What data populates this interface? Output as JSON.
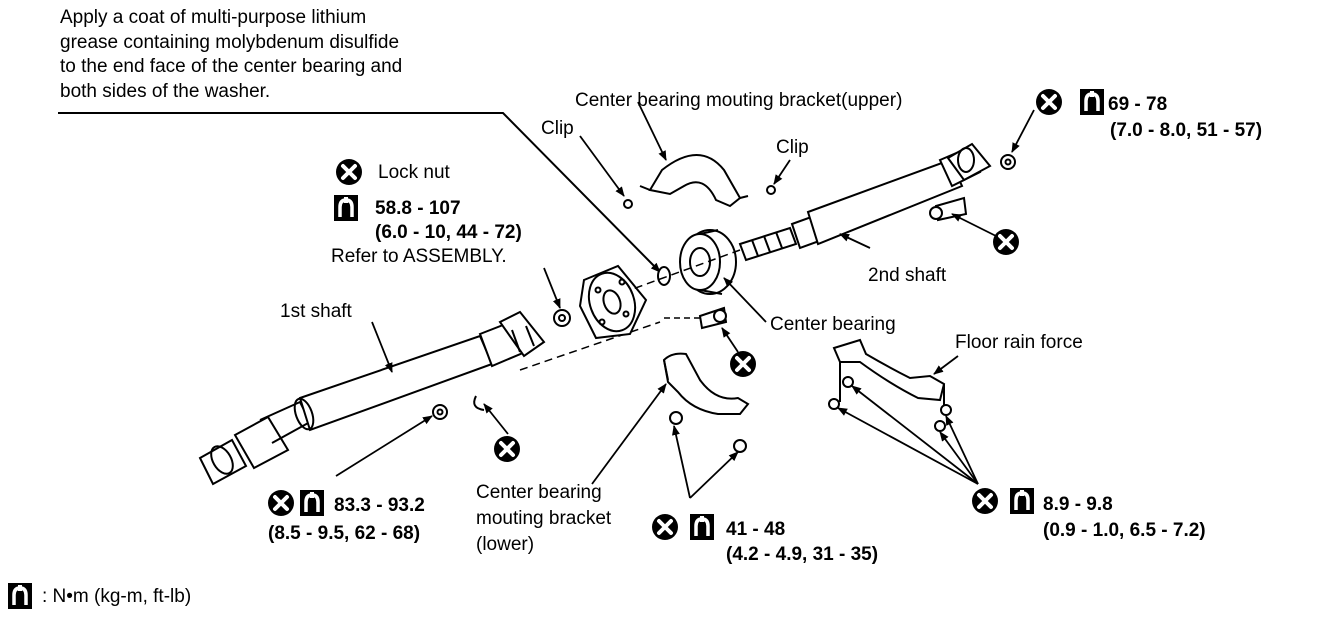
{
  "note": {
    "lines": [
      "Apply a coat of multi-purpose lithium",
      "grease containing molybdenum disulfide",
      "to the end face of the center bearing and",
      "both sides of the washer."
    ]
  },
  "labels": {
    "upper_bracket": "Center bearing mouting bracket(upper)",
    "clip_left": "Clip",
    "clip_right": "Clip",
    "lock_nut": "Lock nut",
    "lock_nut_torque": "58.8 - 107",
    "lock_nut_torque_alt": "(6.0 - 10, 44 - 72)",
    "refer": "Refer to ASSEMBLY.",
    "second_shaft": "2nd shaft",
    "first_shaft": "1st shaft",
    "center_bearing": "Center bearing",
    "floor_rain_force": "Floor rain force",
    "lower_bracket_1": "Center bearing",
    "lower_bracket_2": "mouting bracket",
    "lower_bracket_3": "(lower)"
  },
  "torques": {
    "top_right": {
      "main": "69 - 78",
      "alt": "(7.0 - 8.0, 51 - 57)"
    },
    "front": {
      "main": "83.3 - 93.2",
      "alt": "(8.5 - 9.5, 62 - 68)"
    },
    "lower_bracket": {
      "main": "41 - 48",
      "alt": "(4.2 - 4.9, 31 - 35)"
    },
    "floor": {
      "main": "8.9 - 9.8",
      "alt": "(0.9 - 1.0, 6.5 - 7.2)"
    }
  },
  "legend": {
    "text": ": N•m  (kg-m,  ft-lb)"
  },
  "icons": {
    "no_reuse": "x-circle-icon",
    "torque": "torque-wrench-icon"
  },
  "colors": {
    "ink": "#000000",
    "paper": "#ffffff"
  }
}
